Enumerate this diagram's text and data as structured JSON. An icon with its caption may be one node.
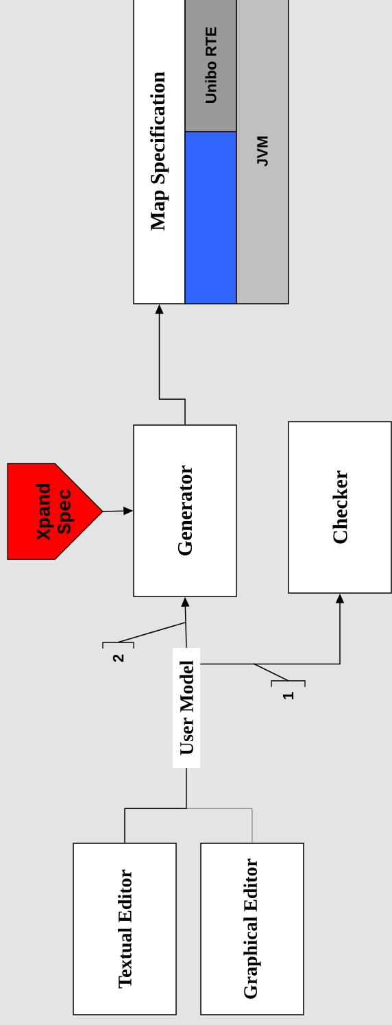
{
  "diagram": {
    "nodes": [
      {
        "text": [
          "Textual Editor"
        ]
      },
      {
        "text": [
          "Graphical Editor"
        ]
      },
      {
        "text": [
          "User Model"
        ]
      },
      {
        "text": [
          "Xpand Spec"
        ]
      },
      {
        "text": [
          "Generator"
        ]
      },
      {
        "text": [
          "Checker"
        ]
      },
      {
        "text": [
          "Map Specification"
        ]
      },
      {
        "text": [],
        "shape": "box"
      },
      {
        "text": [
          "Unibo RTE"
        ]
      },
      {
        "text": [
          "JVM"
        ]
      },
      {
        "text": [
          "2"
        ]
      },
      {
        "text": [
          "1"
        ]
      }
    ],
    "edges": [
      {
        "from": 0,
        "to": 2,
        "arrow": "none"
      },
      {
        "from": 1,
        "to": 2,
        "arrow": "none",
        "color": "#555555"
      },
      {
        "from": 2,
        "to": 4,
        "arrow": "to"
      },
      {
        "from": 2,
        "to": 5,
        "arrow": "to"
      },
      {
        "from": 3,
        "to": 4,
        "arrow": "to"
      },
      {
        "from": 4,
        "to": 6,
        "arrow": "to"
      },
      {
        "from": 10,
        "to": null,
        "arrow": "none"
      },
      {
        "from": 11,
        "to": null,
        "arrow": "none"
      }
    ]
  }
}
